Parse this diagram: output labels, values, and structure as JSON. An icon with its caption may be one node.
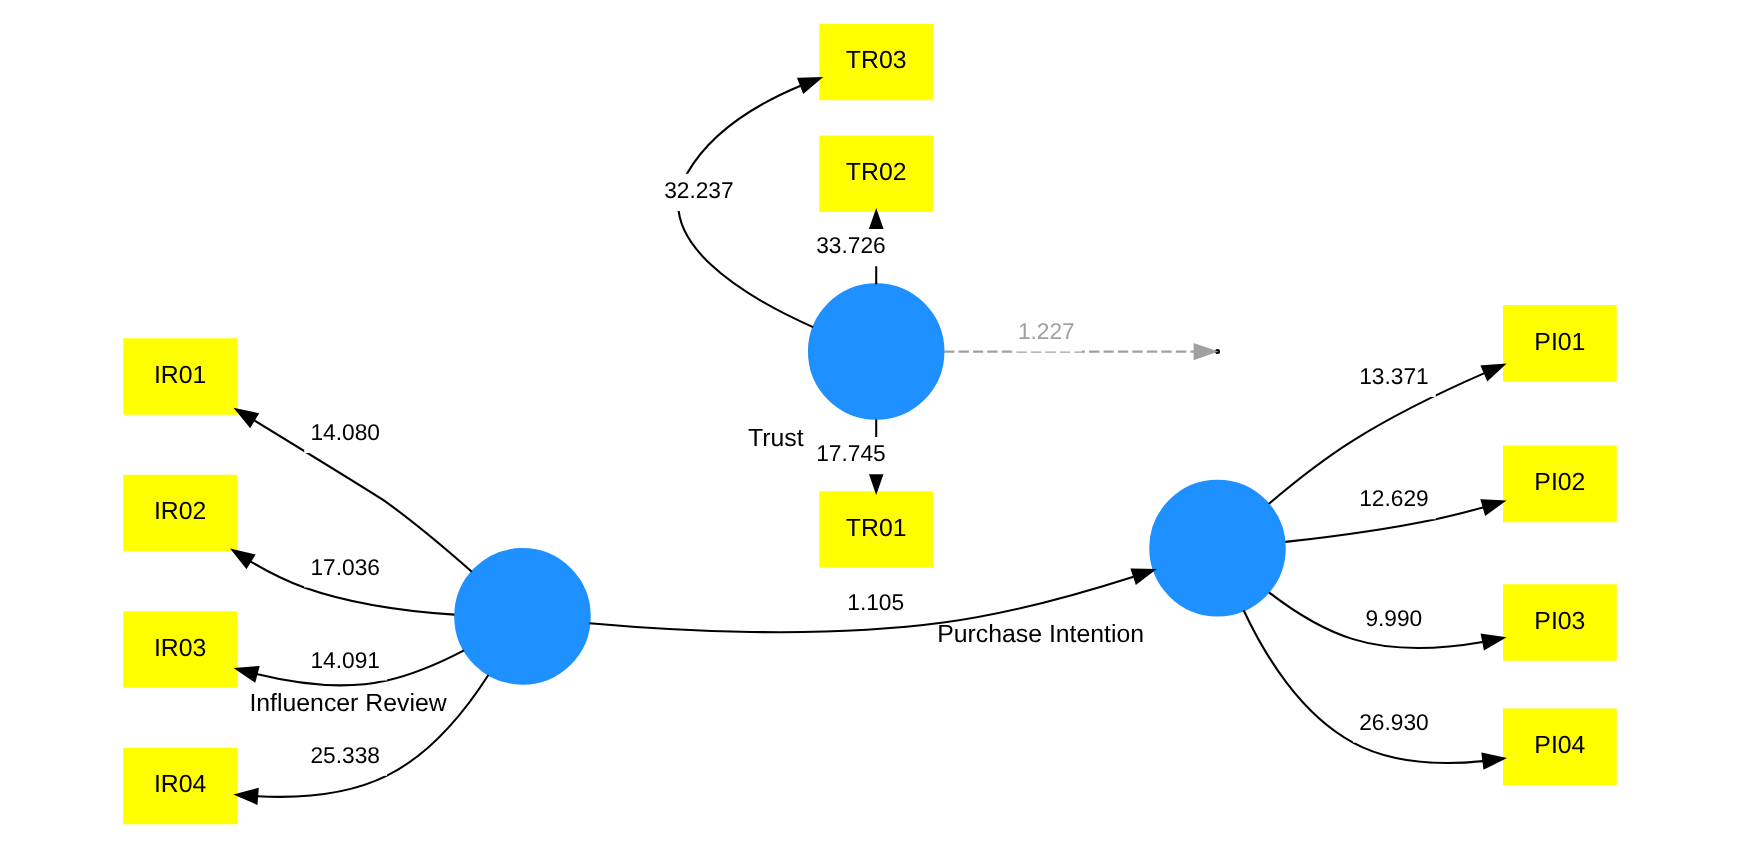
{
  "diagram": {
    "nodes": [
      {
        "text": [
          "TR01"
        ]
      },
      {
        "text": [
          "TR02"
        ]
      },
      {
        "text": [
          "TR03"
        ]
      },
      {
        "text": [
          "Trust"
        ]
      },
      {
        "text": [
          "IR01"
        ]
      },
      {
        "text": [
          "IR02"
        ]
      },
      {
        "text": [
          "IR03"
        ]
      },
      {
        "text": [
          "IR04"
        ]
      },
      {
        "text": [
          "Influencer Review"
        ]
      },
      {
        "text": [
          "Purchase Intention"
        ]
      },
      {
        "text": [
          "PI01"
        ]
      },
      {
        "text": [
          "PI02"
        ]
      },
      {
        "text": [
          "PI03"
        ]
      },
      {
        "text": [
          "PI04"
        ]
      }
    ],
    "edges": [
      {
        "from": 3,
        "to": 0,
        "arrow": "to",
        "label": "17.745"
      },
      {
        "from": 3,
        "to": 1,
        "arrow": "to",
        "label": "33.726"
      },
      {
        "from": 3,
        "to": 2,
        "arrow": "to",
        "label": "32.237"
      },
      {
        "from": 8,
        "to": 4,
        "arrow": "to",
        "label": "14.080"
      },
      {
        "from": 8,
        "to": 5,
        "arrow": "to",
        "label": "17.036"
      },
      {
        "from": 8,
        "to": 6,
        "arrow": "to",
        "label": "14.091"
      },
      {
        "from": 8,
        "to": 7,
        "arrow": "to",
        "label": "25.338"
      },
      {
        "from": 3,
        "to": null,
        "arrow": "to",
        "label": "1.227",
        "style": "dashed",
        "color": "#a0a0a0"
      },
      {
        "from": 8,
        "to": 9,
        "arrow": "to",
        "label": "1.105"
      },
      {
        "from": 9,
        "to": 10,
        "arrow": "to",
        "label": "13.371"
      },
      {
        "from": 9,
        "to": 11,
        "arrow": "to",
        "label": "12.629"
      },
      {
        "from": 9,
        "to": 12,
        "arrow": "to",
        "label": "9.990"
      },
      {
        "from": 9,
        "to": 13,
        "arrow": "to",
        "label": "26.930"
      }
    ]
  }
}
